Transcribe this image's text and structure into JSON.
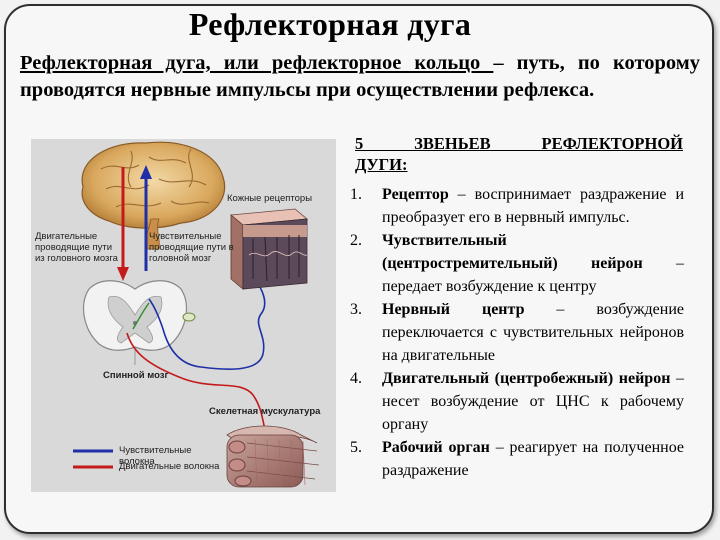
{
  "slide": {
    "title": "Рефлекторная дуга",
    "definition_term": "Рефлекторная дуга, или рефлекторное кольцо ",
    "definition_rest": "– путь, по которому проводятся нервные импульсы при осуществлении рефлекса."
  },
  "figure": {
    "labels": {
      "skin_receptors": "Кожные рецепторы",
      "motor_paths": "Двигательные проводящие пути из головного мозга",
      "sensory_paths": "Чувствительные проводящие пути в головной мозг",
      "spinal_cord": "Спинной мозг",
      "skeletal_muscles": "Скелетная мускулатура",
      "legend_sensory": "Чувствительные волокна",
      "legend_motor": "Двигательные волокна"
    },
    "colors": {
      "sensory": "#1e2fa8",
      "motor": "#c41a1a"
    }
  },
  "links": {
    "heading_line1": "5 ЗВЕНЬЕВ РЕФЛЕКТОРНОЙ",
    "heading_line2": "ДУГИ:",
    "items": [
      {
        "num": "1.",
        "name": "Рецептор",
        "text": " – воспринимает раздражение и преобразует его в нервный импульс."
      },
      {
        "num": "2.",
        "name": "Чувствительный (центростремительный) нейрон",
        "text": " – передает возбуждение к центру"
      },
      {
        "num": "3.",
        "name": "Нервный центр",
        "text": " – возбуждение переключается с чувствительных нейронов на двигательные"
      },
      {
        "num": "4.",
        "name": "Двигательный (центробежный) нейрон",
        "text": " – несет возбуждение от ЦНС к рабочему органу"
      },
      {
        "num": "5.",
        "name": "Рабочий орган",
        "text": " – реагирует на полученное раздражение"
      }
    ]
  }
}
